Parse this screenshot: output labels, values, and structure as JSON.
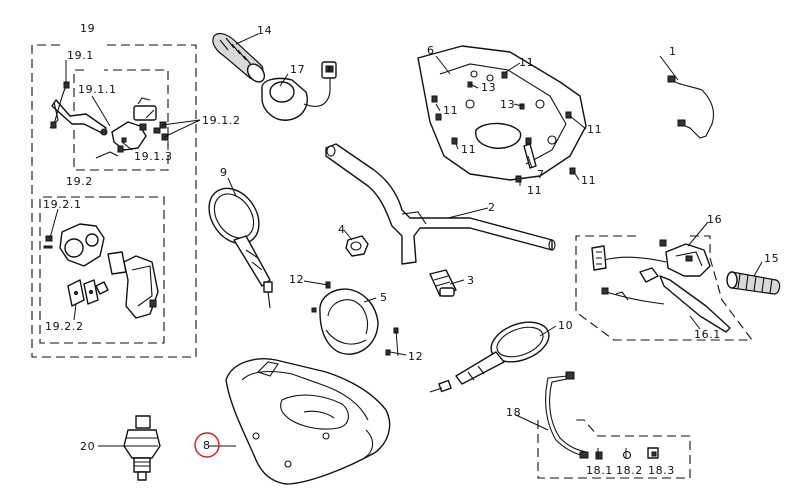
{
  "labels": {
    "l1": "1",
    "l2": "2",
    "l3": "3",
    "l4": "4",
    "l5": "5",
    "l6": "6",
    "l7": "7",
    "l8": "8",
    "l9": "9",
    "l10": "10",
    "l11": "11",
    "l12": "12",
    "l13": "13",
    "l14": "14",
    "l15": "15",
    "l16": "16",
    "l16_1": "16.1",
    "l17": "17",
    "l18": "18",
    "l18_1": "18.1",
    "l18_2": "18.2",
    "l18_3": "18.3",
    "l19": "19",
    "l19_1": "19.1",
    "l19_1_1": "19.1.1",
    "l19_1_2": "19.1.2",
    "l19_1_3": "19.1.3",
    "l19_2": "19.2",
    "l19_2_1": "19.2.1",
    "l19_2_2": "19.2.2",
    "l20": "20"
  },
  "highlight": {
    "part": "8",
    "color": "#d12424"
  }
}
